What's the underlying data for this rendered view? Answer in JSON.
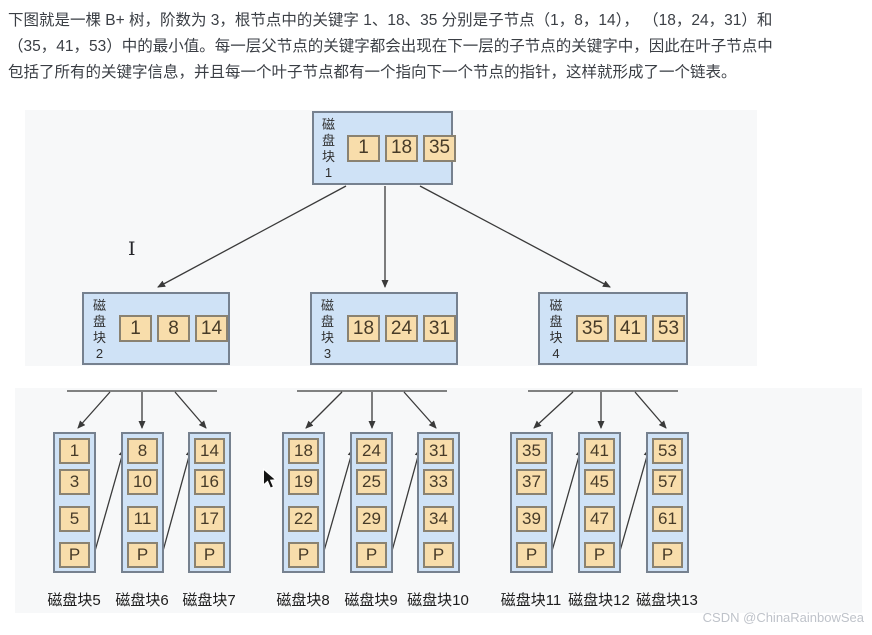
{
  "paragraph": {
    "lines": [
      "下图就是一棵 B+ 树，阶数为 3，根节点中的关键字 1、18、35 分别是子节点（1，8，14）， （18，24，31）和",
      "（35，41，53）中的最小值。每一层父节点的关键字都会出现在下一层的子节点的关键字中，因此在叶子节点中",
      "包括了所有的关键字信息，并且每一个叶子节点都有一个指向下一个节点的指针，这样就形成了一个链表。"
    ]
  },
  "nodes": {
    "root": {
      "label": "磁盘块1",
      "keys": [
        "1",
        "18",
        "35"
      ]
    },
    "internal": [
      {
        "label": "磁盘块2",
        "keys": [
          "1",
          "8",
          "14"
        ]
      },
      {
        "label": "磁盘块3",
        "keys": [
          "18",
          "24",
          "31"
        ]
      },
      {
        "label": "磁盘块4",
        "keys": [
          "35",
          "41",
          "53"
        ]
      }
    ]
  },
  "leaves": [
    {
      "label": "磁盘块5",
      "cells": [
        "1",
        "3",
        "5",
        "P"
      ]
    },
    {
      "label": "磁盘块6",
      "cells": [
        "8",
        "10",
        "11",
        "P"
      ]
    },
    {
      "label": "磁盘块7",
      "cells": [
        "14",
        "16",
        "17",
        "P"
      ]
    },
    {
      "label": "磁盘块8",
      "cells": [
        "18",
        "19",
        "22",
        "P"
      ]
    },
    {
      "label": "磁盘块9",
      "cells": [
        "24",
        "25",
        "29",
        "P"
      ]
    },
    {
      "label": "磁盘块10",
      "cells": [
        "31",
        "33",
        "34",
        "P"
      ]
    },
    {
      "label": "磁盘块11",
      "cells": [
        "35",
        "37",
        "39",
        "P"
      ]
    },
    {
      "label": "磁盘块12",
      "cells": [
        "41",
        "45",
        "47",
        "P"
      ]
    },
    {
      "label": "磁盘块13",
      "cells": [
        "53",
        "57",
        "61",
        "P"
      ]
    }
  ],
  "watermark": "CSDN @ChinaRainbowSea",
  "colors": {
    "node_fill": "#cfe2f6",
    "node_border": "#76818f",
    "cell_fill": "#f8ddab",
    "cell_border": "#8a8271",
    "arrow": "#3a3a3a",
    "panel_bg": "#f7f8f9",
    "text": "#3a3e44",
    "watermark": "#bfc3ca"
  }
}
